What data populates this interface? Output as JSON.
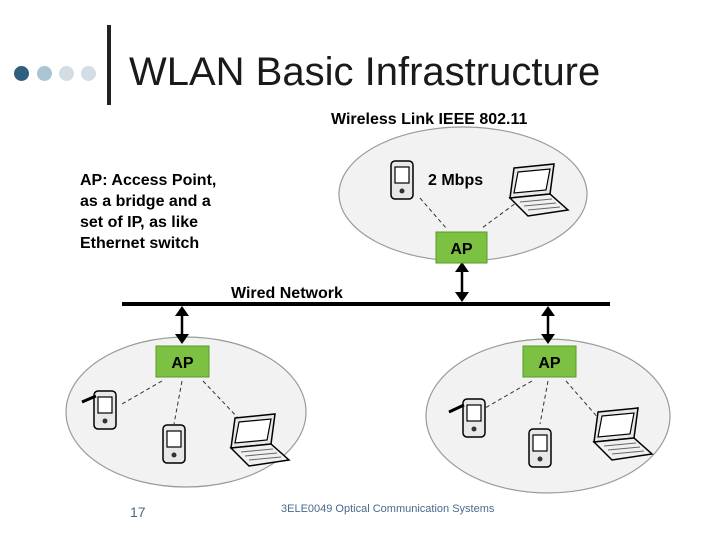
{
  "slide": {
    "title": "WLAN Basic Infrastructure",
    "number": "17",
    "footer": "3ELE0049 Optical Communication Systems"
  },
  "diagram": {
    "wireless_link": "Wireless Link IEEE 802.11",
    "rate": "2 Mbps",
    "ap_note": [
      "AP: Access Point,",
      "as a bridge and a",
      "set of IP, as like",
      "Ethernet switch"
    ],
    "wired_network": "Wired Network",
    "ap_label": "AP"
  },
  "colors": {
    "ap_fill": "#7cc142",
    "cell_fill": "#f2f2f2",
    "dots": [
      "#2f5f7f",
      "#a9c4d4",
      "#d3dde3",
      "#d3dde3"
    ]
  }
}
